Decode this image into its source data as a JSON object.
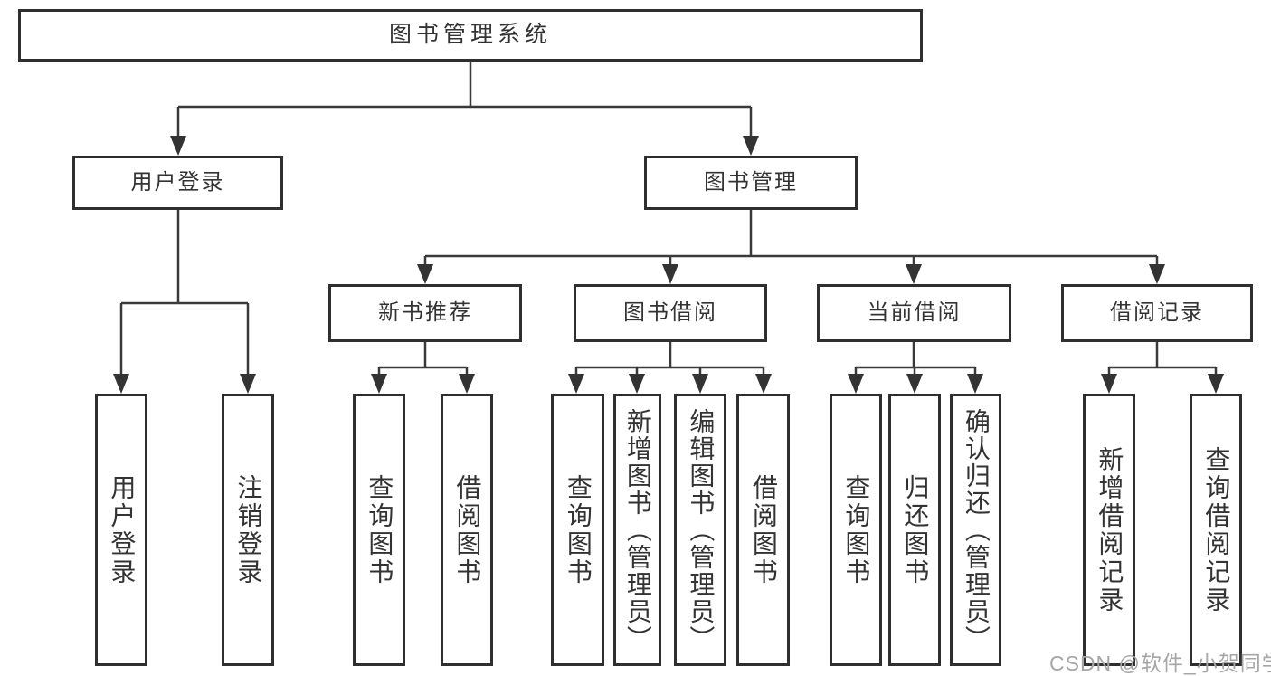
{
  "title": "图书管理系统",
  "level2": [
    {
      "label": "用户登录"
    },
    {
      "label": "图书管理"
    }
  ],
  "level3": [
    {
      "label": "新书推荐"
    },
    {
      "label": "图书借阅"
    },
    {
      "label": "当前借阅"
    },
    {
      "label": "借阅记录"
    }
  ],
  "leaves": {
    "user_login": [
      {
        "label": "用户登录"
      },
      {
        "label": "注销登录"
      }
    ],
    "new_book": [
      {
        "label": "查询图书"
      },
      {
        "label": "借阅图书"
      }
    ],
    "book_borrow": [
      {
        "label": "查询图书"
      },
      {
        "label": "新增图书（管理员）"
      },
      {
        "label": "编辑图书（管理员）"
      },
      {
        "label": "借阅图书"
      }
    ],
    "current_borrow": [
      {
        "label": "查询图书"
      },
      {
        "label": "归还图书"
      },
      {
        "label": "确认归还（管理员）"
      }
    ],
    "borrow_records": [
      {
        "label": "新增借阅记录"
      },
      {
        "label": "查询借阅记录"
      }
    ]
  },
  "watermark": "CSDN @软件_小贺同学",
  "colors": {
    "background": "#ffffff",
    "node_background": "#ffffff",
    "border": "#2f2f2f",
    "line": "#3a3a3a",
    "text": "#333333",
    "watermark": "#a6a6a6"
  }
}
